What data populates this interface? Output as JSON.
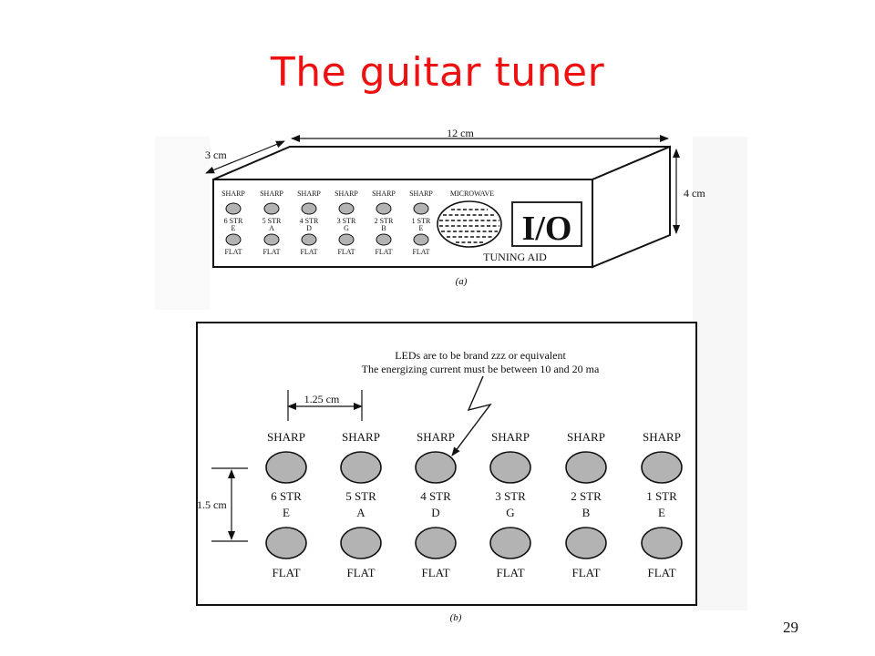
{
  "slide": {
    "title": "The guitar tuner",
    "page_number": "29"
  },
  "colors": {
    "title": "#ee1111",
    "led_fill": "#b3b3b3",
    "line": "#111111",
    "scan_texture": "#e4e4e4"
  },
  "figure_a": {
    "caption": "(a)",
    "dim_width": "12 cm",
    "dim_depth": "3 cm",
    "dim_height": "4 cm",
    "microwave_label": "MICROWAVE",
    "power_label": "I/O",
    "tuning_label": "TUNING AID",
    "strings": [
      {
        "top": "SHARP",
        "num": "6 STR",
        "note": "E",
        "bottom": "FLAT"
      },
      {
        "top": "SHARP",
        "num": "5 STR",
        "note": "A",
        "bottom": "FLAT"
      },
      {
        "top": "SHARP",
        "num": "4 STR",
        "note": "D",
        "bottom": "FLAT"
      },
      {
        "top": "SHARP",
        "num": "3 STR",
        "note": "G",
        "bottom": "FLAT"
      },
      {
        "top": "SHARP",
        "num": "2 STR",
        "note": "B",
        "bottom": "FLAT"
      },
      {
        "top": "SHARP",
        "num": "1 STR",
        "note": "E",
        "bottom": "FLAT"
      }
    ]
  },
  "figure_b": {
    "caption": "(b)",
    "note_line1": "LEDs are to be brand zzz or equivalent",
    "note_line2": "The energizing current must be between 10 and 20 ma",
    "dim_spacing": "1.25 cm",
    "dim_vertical": "1.5 cm",
    "strings": [
      {
        "top": "SHARP",
        "num": "6 STR",
        "note": "E",
        "bottom": "FLAT"
      },
      {
        "top": "SHARP",
        "num": "5 STR",
        "note": "A",
        "bottom": "FLAT"
      },
      {
        "top": "SHARP",
        "num": "4 STR",
        "note": "D",
        "bottom": "FLAT"
      },
      {
        "top": "SHARP",
        "num": "3 STR",
        "note": "G",
        "bottom": "FLAT"
      },
      {
        "top": "SHARP",
        "num": "2 STR",
        "note": "B",
        "bottom": "FLAT"
      },
      {
        "top": "SHARP",
        "num": "1 STR",
        "note": "E",
        "bottom": "FLAT"
      }
    ]
  }
}
